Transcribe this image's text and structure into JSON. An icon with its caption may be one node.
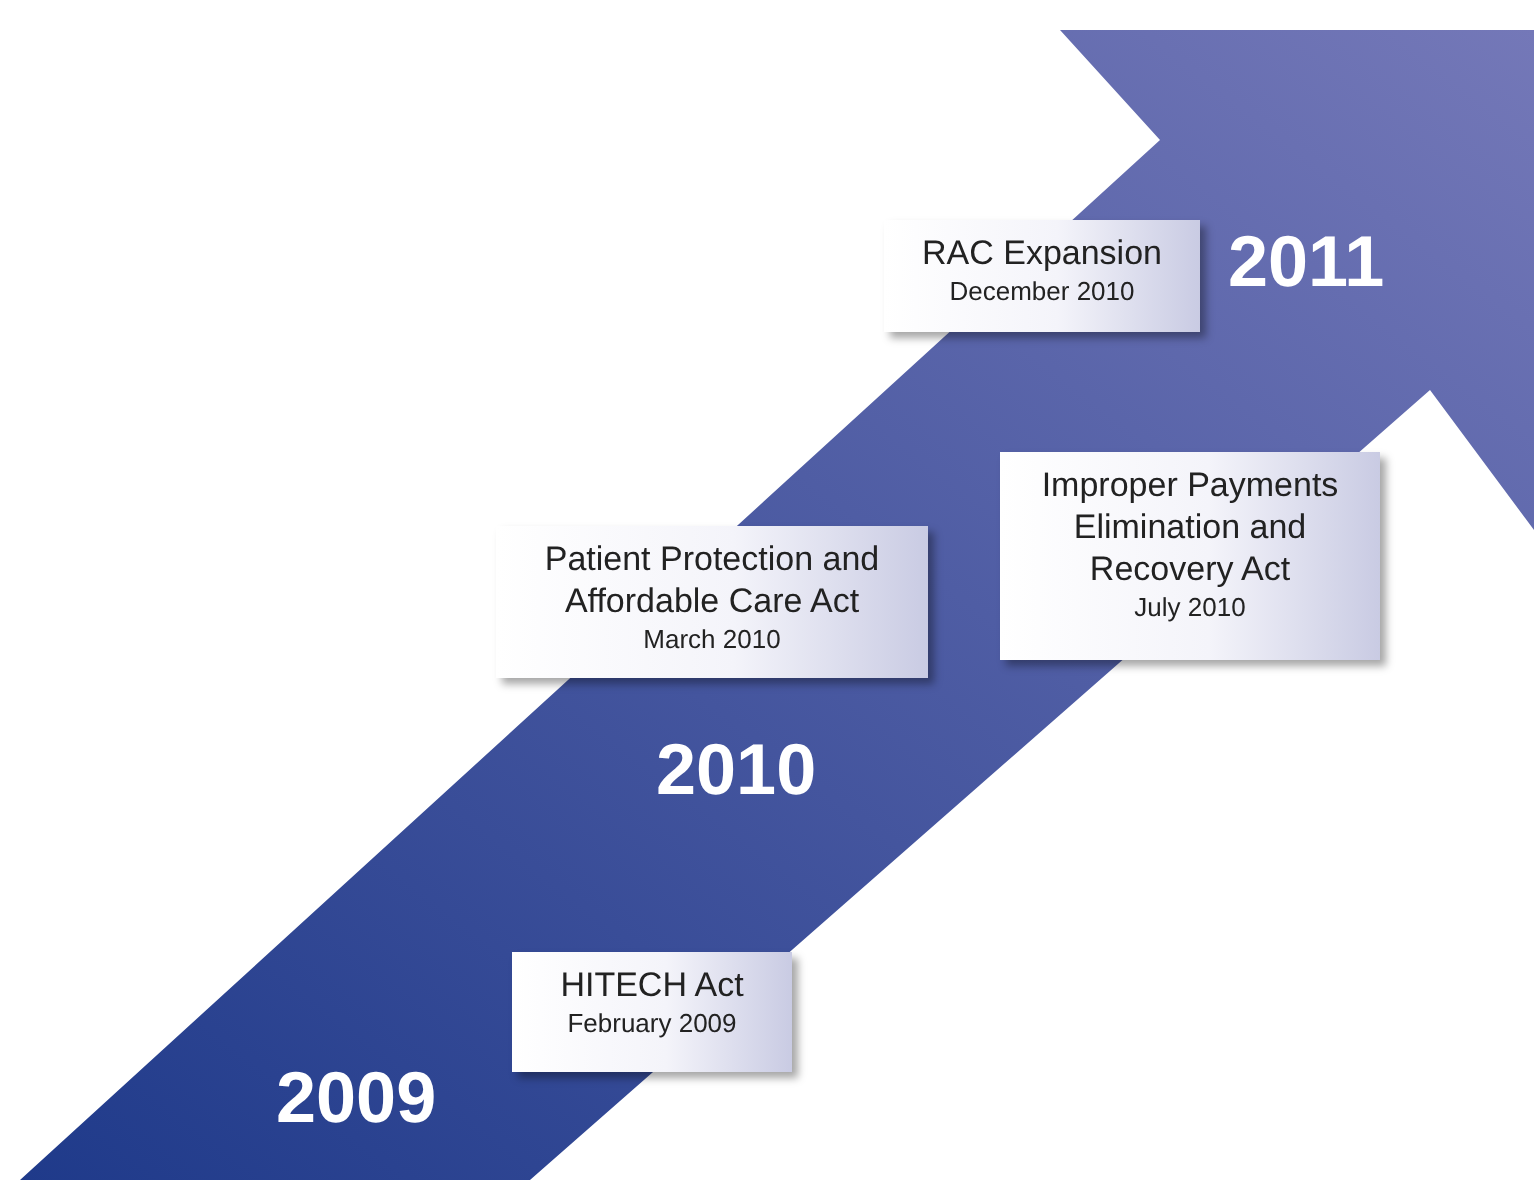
{
  "diagram": {
    "nodes": [
      {
        "text": [
          "RAC Expansion",
          "December 2010"
        ]
      },
      {
        "text": [
          "Improper Payments Elimination and Recovery Act",
          "July 2010"
        ]
      },
      {
        "text": [
          "Patient Protection and Affordable Care Act",
          "March 2010"
        ]
      },
      {
        "text": [
          "HITECH Act",
          "February 2009"
        ]
      }
    ],
    "labels": [
      "2011",
      "2010",
      "2009"
    ]
  }
}
